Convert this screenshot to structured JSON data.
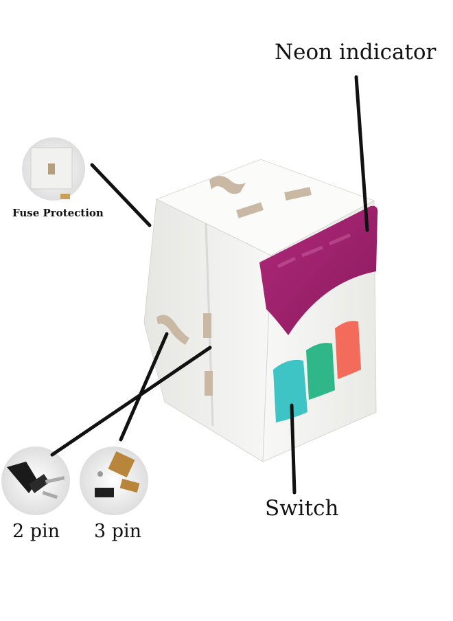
{
  "labels": {
    "neon_indicator": "Neon indicator",
    "switch": "Switch",
    "fuse_protection": "Fuse Protection",
    "two_pin": "2 pin",
    "three_pin": "3 pin"
  },
  "colors": {
    "body": "#f3f3f1",
    "indicator_panel": "#9c1f6a",
    "switch_1": "#3fc4c6",
    "switch_2": "#2fb789",
    "switch_3": "#f36b5a",
    "leader_line": "#111111"
  }
}
